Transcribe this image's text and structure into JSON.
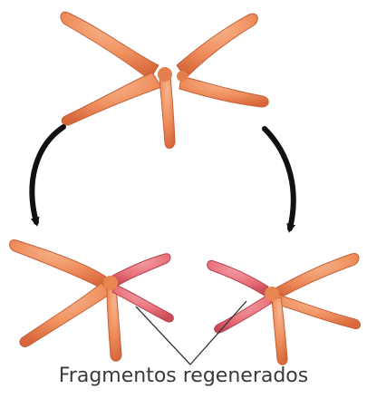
{
  "caption": "Fragmentos regenerados",
  "colors": {
    "arm_fill": "#f08d5c",
    "arm_shade": "#d8683c",
    "arm_light": "#f6b08a",
    "regen_fill": "#ea6f78",
    "regen_shade": "#cf4d5c",
    "arrow": "#111111",
    "pointer": "#333333"
  },
  "icons": [
    "starfish-fragmented",
    "arrow-left",
    "arrow-right",
    "starfish-regenerated"
  ]
}
